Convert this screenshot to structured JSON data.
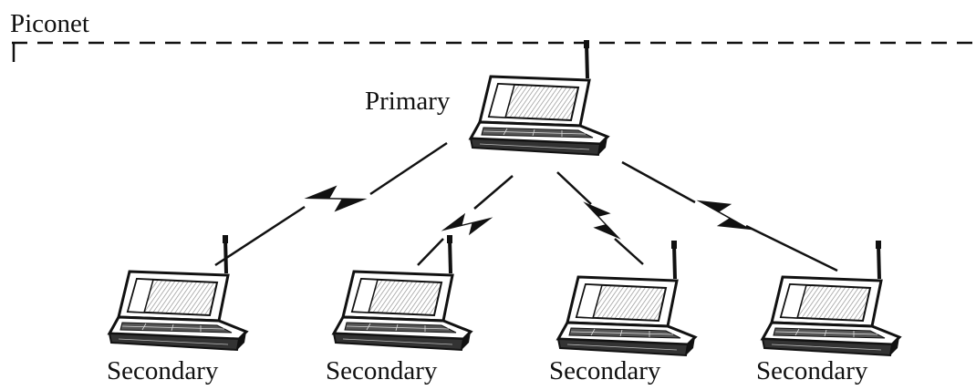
{
  "diagram": {
    "title": "Piconet",
    "primary": {
      "label": "Primary"
    },
    "secondaries": [
      {
        "label": "Secondary"
      },
      {
        "label": "Secondary"
      },
      {
        "label": "Secondary"
      },
      {
        "label": "Secondary"
      }
    ],
    "colors": {
      "ink": "#111111",
      "screen_shade": "#9a9a9a",
      "background": "#ffffff"
    },
    "icons": {
      "device": "laptop-icon",
      "wireless_link": "lightning-bolt-icon"
    }
  }
}
